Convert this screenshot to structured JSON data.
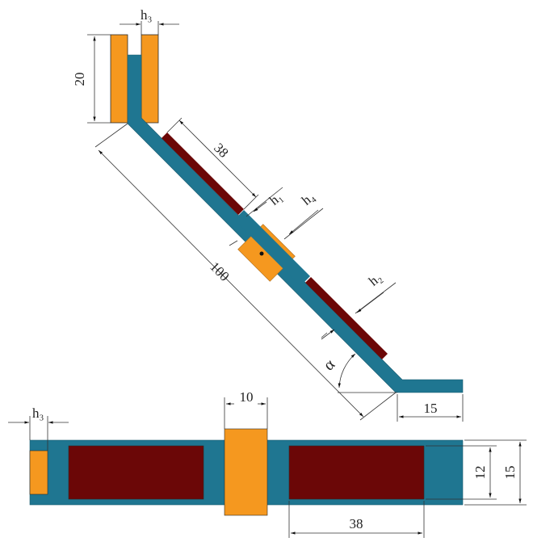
{
  "colors": {
    "beam": "#1f7691",
    "clamp": "#f5981f",
    "patch": "#6b0707",
    "outline": "#2a2a2a",
    "dimension_line": "#333333"
  },
  "side_view": {
    "clamp_height_label": "20",
    "clamp_gap_label": "h₃",
    "patch_length_label": "38",
    "beam_length_label": "100",
    "patch_thickness_top_label": "h₁",
    "mass_thickness_label": "h₄",
    "patch_thickness_bottom_label": "h₂",
    "angle_label": "α",
    "tip_length_label": "15"
  },
  "top_view": {
    "clamp_width_label": "h₃",
    "mass_width_label": "10",
    "patch_length_label": "38",
    "patch_width_label": "12",
    "beam_width_label": "15"
  }
}
